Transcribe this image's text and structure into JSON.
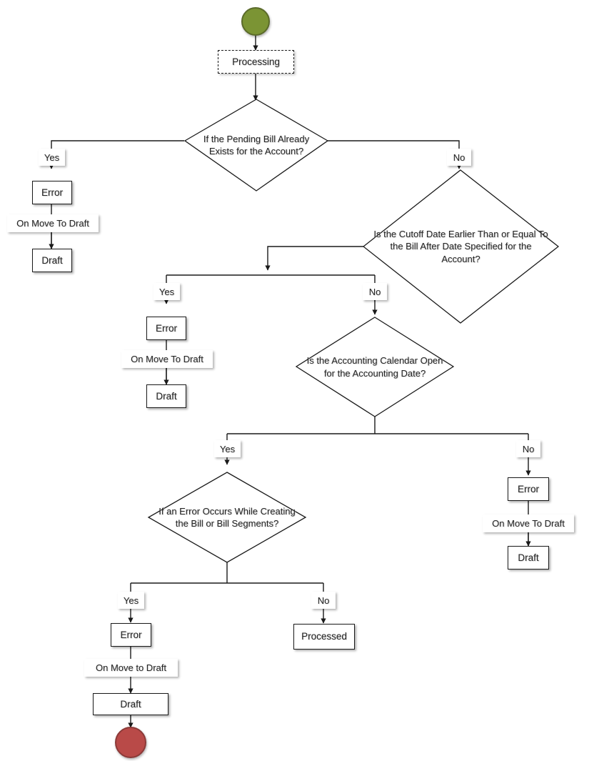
{
  "diagram": {
    "title": "Bill Processing Flowchart",
    "type": "flowchart",
    "colors": {
      "start_fill": "#7b9434",
      "start_stroke": "#5b6b2a",
      "end_fill": "#b94a48",
      "end_stroke": "#8c3a38",
      "node_stroke": "#1a1a1a",
      "node_fill": "#ffffff",
      "edge_stroke": "#1a1a1a",
      "text": "#262626"
    }
  },
  "nodes": {
    "start": {
      "label": "",
      "shape": "circle-start"
    },
    "processing": {
      "label": "Processing",
      "shape": "dashed-box"
    },
    "decision1": {
      "label": "If the Pending Bill Already Exists for the Account?",
      "shape": "diamond"
    },
    "decision2": {
      "label": "Is the Cutoff Date Earlier Than or Equal To the Bill After Date Specified for the Account?",
      "shape": "diamond"
    },
    "decision3": {
      "label": "Is the Accounting Calendar Open for the Accounting Date?",
      "shape": "diamond"
    },
    "decision4": {
      "label": "If an Error Occurs While Creating  the Bill or Bill Segments?",
      "shape": "diamond"
    },
    "error1": {
      "label": "Error",
      "shape": "box"
    },
    "draft1": {
      "label": "Draft",
      "shape": "box"
    },
    "error2": {
      "label": "Error",
      "shape": "box"
    },
    "draft2": {
      "label": "Draft",
      "shape": "box"
    },
    "error3": {
      "label": "Error",
      "shape": "box"
    },
    "draft3": {
      "label": "Draft",
      "shape": "box"
    },
    "error4": {
      "label": "Error",
      "shape": "box"
    },
    "draft4": {
      "label": "Draft",
      "shape": "box"
    },
    "processed": {
      "label": "Processed",
      "shape": "box"
    },
    "end": {
      "label": "",
      "shape": "circle-end"
    }
  },
  "edge_labels": {
    "d1_yes": "Yes",
    "d1_no": "No",
    "d2_yes": "Yes",
    "d2_no": "No",
    "d3_yes": "Yes",
    "d3_no": "No",
    "d4_yes": "Yes",
    "d4_no": "No",
    "move_to_draft_1": "On Move To Draft",
    "move_to_draft_2": "On Move To Draft",
    "move_to_draft_3": "On Move To Draft",
    "move_to_draft_4": "On Move to Draft"
  }
}
